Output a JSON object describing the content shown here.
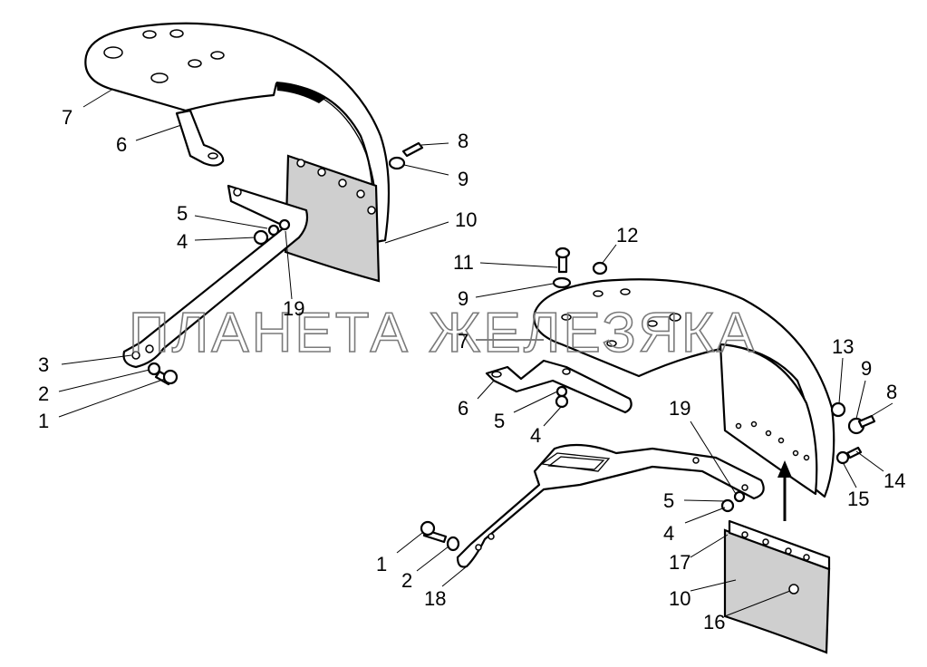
{
  "watermark": "ПЛАНЕТА ЖЕЛЕЗЯКА",
  "left_assembly": {
    "callouts": [
      "7",
      "6",
      "8",
      "9",
      "5",
      "4",
      "10",
      "19",
      "3",
      "2",
      "1"
    ]
  },
  "right_assembly": {
    "callouts": [
      "12",
      "11",
      "9",
      "7",
      "13",
      "9",
      "8",
      "6",
      "5",
      "4",
      "19",
      "14",
      "15",
      "5",
      "4",
      "1",
      "2",
      "18",
      "17",
      "10",
      "16"
    ]
  },
  "colors": {
    "line": "#000000",
    "flap_fill": "#cfcfcf",
    "watermark": "#7a7a7a"
  }
}
